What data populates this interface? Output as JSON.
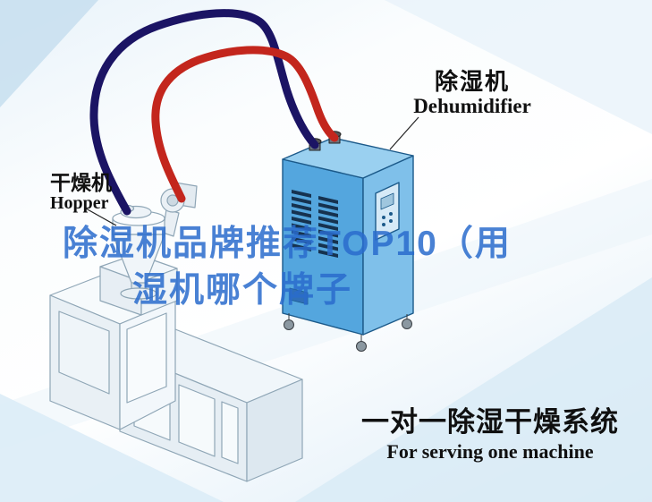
{
  "colors": {
    "watermark_blue": "#2a6ccd",
    "pipe_red": "#c3261d",
    "pipe_navy": "#1b1464",
    "dehumidifier_front": "#54a6de",
    "dehumidifier_side": "#7fc0ea",
    "dehumidifier_top": "#9ad0f0",
    "dehumidifier_outline": "#1c5a8a",
    "vent_slot": "#16324f",
    "machine_white": "#edf3f8",
    "machine_white_shade": "#dde8f0",
    "machine_outline": "#8fa6b6",
    "label_text": "#101010",
    "bg_corner_blue": "#c9e0f0",
    "bg_light_blue": "#d9ebf6"
  },
  "watermark": {
    "line1": "除湿机品牌推荐TOP10（用",
    "line2": "湿机哪个牌子"
  },
  "hopper_label": {
    "zh": "干燥机",
    "en": "Hopper"
  },
  "dehumidifier_label": {
    "zh": "除湿机",
    "en": "Dehumidifier"
  },
  "caption": {
    "zh": "一对一除湿干燥系统",
    "en": "For serving one machine"
  }
}
